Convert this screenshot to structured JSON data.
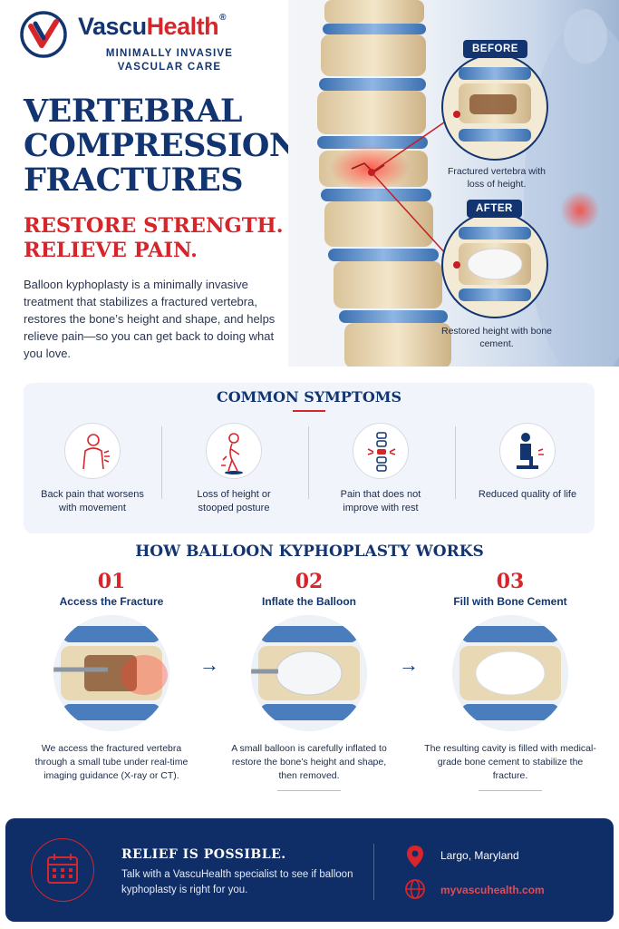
{
  "logo": {
    "brand_a": "Vascu",
    "brand_b": "Health",
    "registered": "®",
    "tagline": "MINIMALLY INVASIVE VASCULAR CARE"
  },
  "hero": {
    "title": "VERTEBRAL COMPRESSION FRACTURES",
    "subtitle": "RESTORE STRENGTH. RELIEVE PAIN.",
    "intro": "Balloon kyphoplasty is a minimally invasive treatment that stabilizes a fractured vertebra, restores the bone’s height and shape, and helps relieve pain—so you can get back to doing what you love.",
    "before_label": "BEFORE",
    "before_caption": "Fractured vertebra with loss of height.",
    "after_label": "AFTER",
    "after_caption": "Restored height with bone cement."
  },
  "symptoms": {
    "title": "COMMON SYMPTOMS",
    "items": [
      {
        "label": "Back pain that worsens with movement",
        "icon": "back-pain-icon"
      },
      {
        "label": "Loss of height or stooped posture",
        "icon": "stooped-posture-icon"
      },
      {
        "label": "Pain that does not improve with rest",
        "icon": "spine-pain-icon"
      },
      {
        "label": "Reduced quality of life",
        "icon": "seated-person-icon"
      }
    ]
  },
  "how": {
    "title": "HOW BALLOON KYPHOPLASTY WORKS",
    "steps": [
      {
        "num": "01",
        "title": "Access the Fracture",
        "desc": "We access the fractured vertebra through a small tube under real-time imaging guidance (X-ray or CT)."
      },
      {
        "num": "02",
        "title": "Inflate the Balloon",
        "desc": "A small balloon is carefully inflated to restore the bone’s height and shape, then removed."
      },
      {
        "num": "03",
        "title": "Fill with Bone Cement",
        "desc": "The resulting cavity is filled with medical-grade bone cement to stabilize the fracture."
      }
    ]
  },
  "footer": {
    "title": "RELIEF IS POSSIBLE.",
    "text": "Talk with a VascuHealth specialist to see if balloon kyphoplasty is right for you.",
    "location": "Largo, Maryland",
    "website": "myvascuhealth.com"
  },
  "colors": {
    "navy": "#123571",
    "red": "#d7262b",
    "footer_bg": "#0f2d66",
    "panel_bg": "#f1f5fb"
  }
}
